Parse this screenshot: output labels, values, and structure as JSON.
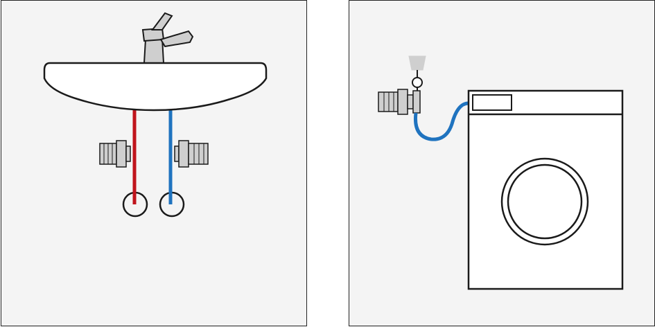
{
  "panels": [
    {
      "id": "sink-installation",
      "elements": [
        "washbasin",
        "faucet",
        "hot-water-pipe",
        "cold-water-pipe",
        "angle-valve-hot",
        "angle-valve-cold",
        "wall-outlet-hot",
        "wall-outlet-cold"
      ]
    },
    {
      "id": "washing-machine-installation",
      "elements": [
        "wall-tap",
        "valve-fitting",
        "supply-hose",
        "washing-machine",
        "control-panel",
        "door"
      ]
    }
  ],
  "colors": {
    "panel_background": "#f4f4f4",
    "outline": "#1a1a1a",
    "hot_pipe": "#c0141c",
    "cold_pipe": "#1f73bf",
    "fitting_fill": "#cfcfcf",
    "appliance_fill": "#ffffff"
  },
  "icons": {
    "faucet": "single-lever-mixer-icon",
    "valve": "angle-valve-icon",
    "outlet": "wall-outlet-circle-icon",
    "appliance": "front-loader-washer-icon"
  }
}
